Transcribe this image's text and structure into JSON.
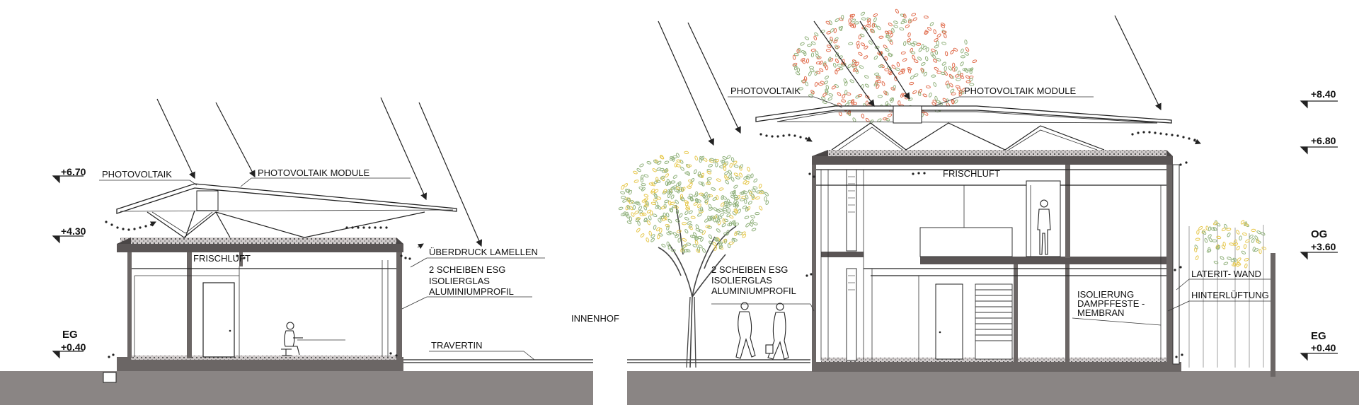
{
  "left_section": {
    "level_top": "+6.70",
    "level_mid": "+4.30",
    "level_eg_name": "EG",
    "level_eg": "+0.40",
    "label_pv": "PHOTOVOLTAIK",
    "label_pv_module": "PHOTOVOLTAIK  MODULE",
    "label_frischluft": "FRISCHLUFT",
    "label_lamellen": "ÜBERDRUCK LAMELLEN",
    "label_glass_1": "2 SCHEIBEN ESG",
    "label_glass_2": "ISOLIERGLAS",
    "label_glass_3": "ALUMINIUMPROFIL",
    "label_travertin": "TRAVERTIN"
  },
  "center": {
    "label_innenhof": "INNENHOF",
    "label_glass_1": "2 SCHEIBEN ESG",
    "label_glass_2": "ISOLIERGLAS",
    "label_glass_3": "ALUMINIUMPROFIL"
  },
  "right_section": {
    "label_pv": "PHOTOVOLTAIK",
    "label_pv_module": "PHOTOVOLTAIK  MODULE",
    "label_frischluft": "FRISCHLUFT",
    "label_laterit": "LATERIT- WAND",
    "label_hinterlueftung": "HINTERLÜFTUNG",
    "label_isolierung_1": "ISOLIERUNG",
    "label_isolierung_2": "DAMPFFESTE -",
    "label_isolierung_3": "MEMBRAN",
    "level_top": "+8.40",
    "level_roof": "+6.80",
    "level_og_name": "OG",
    "level_og": "+3.60",
    "level_eg_name": "EG",
    "level_eg": "+0.40"
  },
  "colors": {
    "ground": "#8a8584",
    "wall": "#6b6665",
    "foliage_green": "#8fb07a",
    "foliage_yellow": "#e6c74a",
    "foliage_red": "#e06a4a"
  }
}
